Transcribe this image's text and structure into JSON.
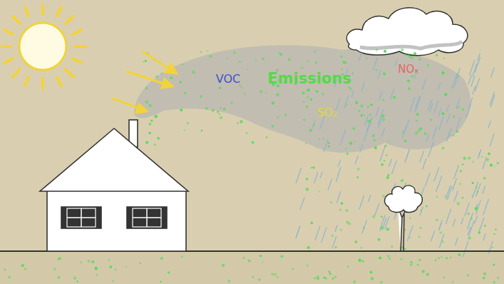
{
  "diagram": {
    "labels": [
      "VOC",
      "Emissions",
      "SO₂",
      "NOₓ"
    ]
  }
}
